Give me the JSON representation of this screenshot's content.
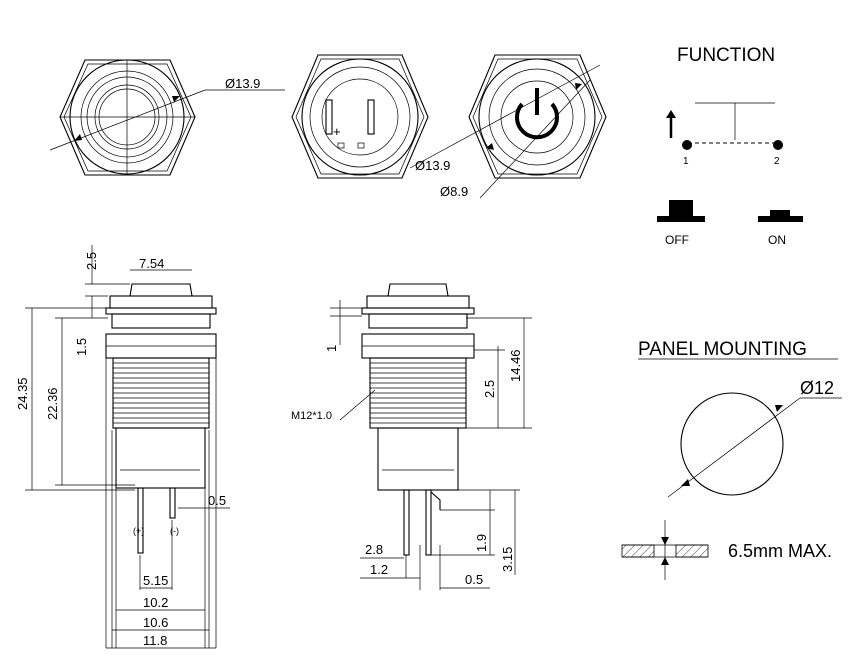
{
  "top_views": {
    "front_diameter": "Ø13.9",
    "back_plus": "+",
    "led_outer_diameter": "Ø13.9",
    "led_inner_diameter": "Ø8.9"
  },
  "function": {
    "title": "FUNCTION",
    "pin1": "1",
    "pin2": "2",
    "off_label": "OFF",
    "on_label": "ON"
  },
  "side_view_left": {
    "dim_2_5": "2.5",
    "dim_7_54": "7.54",
    "dim_1_5": "1.5",
    "dim_24_35": "24.35",
    "dim_22_36": "22.36",
    "dim_0_5": "0.5",
    "pin_plus": "(+)",
    "pin_minus": "(-)",
    "dim_5_15": "5.15",
    "dim_10_2": "10.2",
    "dim_10_6": "10.6",
    "dim_11_8": "11.8"
  },
  "side_view_right": {
    "dim_1": "1",
    "dim_2_5": "2.5",
    "dim_14_46": "14.46",
    "thread": "M12*1.0",
    "dim_1_9": "1.9",
    "dim_3_15": "3.15",
    "dim_2_8": "2.8",
    "dim_1_2": "1.2",
    "dim_0_5": "0.5"
  },
  "panel": {
    "title": "PANEL MOUNTING",
    "hole_diameter": "Ø12",
    "max_thickness": "6.5mm MAX."
  }
}
